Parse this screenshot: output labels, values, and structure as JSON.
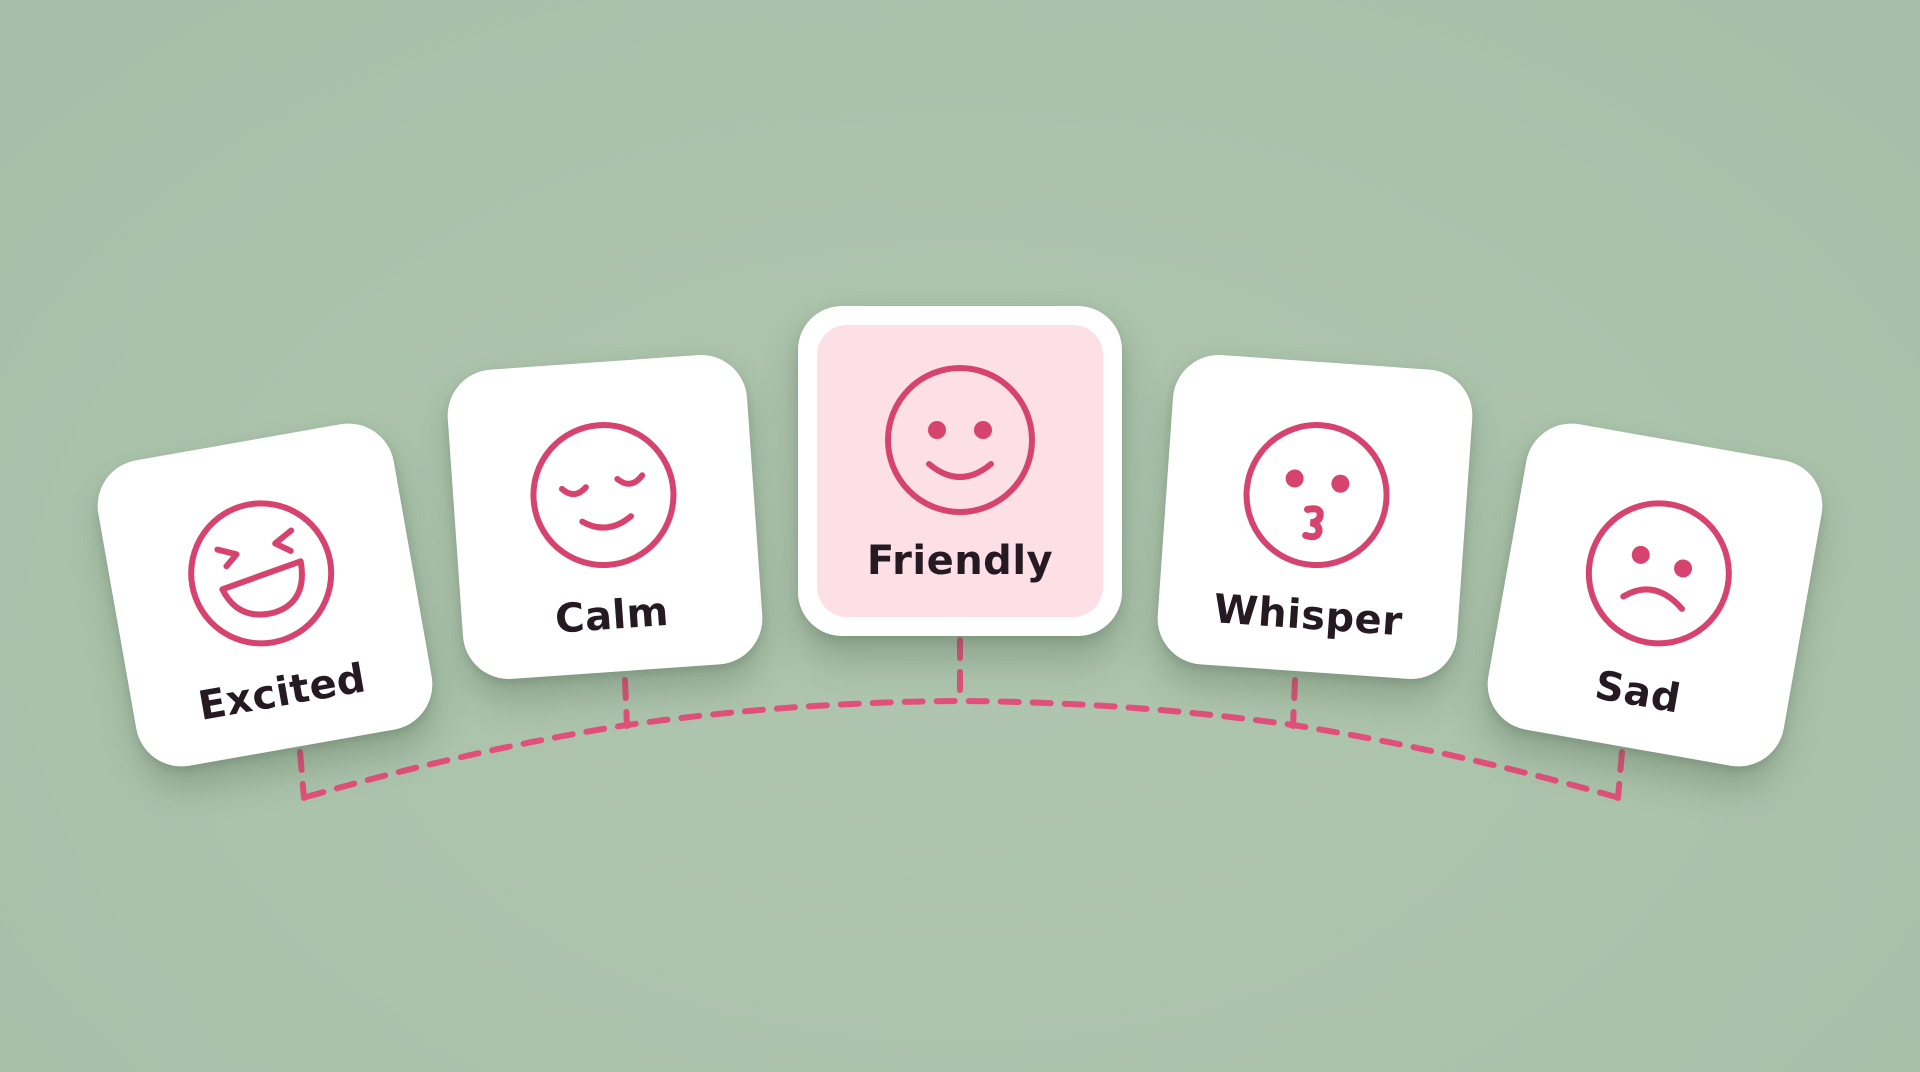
{
  "theme": {
    "background": "#abc2ab",
    "card_background": "#ffffff",
    "selected_fill": "#fde0e6",
    "icon_color": "#d6436f",
    "connector_color": "#e0507a",
    "label_color": "#261a22"
  },
  "tone_selector": {
    "selected": "Friendly",
    "options": [
      {
        "id": "excited",
        "label": "Excited",
        "icon": "laughing-face-icon",
        "selected": false
      },
      {
        "id": "calm",
        "label": "Calm",
        "icon": "relieved-face-icon",
        "selected": false
      },
      {
        "id": "friendly",
        "label": "Friendly",
        "icon": "smiling-face-icon",
        "selected": true
      },
      {
        "id": "whisper",
        "label": "Whisper",
        "icon": "kissing-face-icon",
        "selected": false
      },
      {
        "id": "sad",
        "label": "Sad",
        "icon": "frowning-face-icon",
        "selected": false
      }
    ]
  }
}
